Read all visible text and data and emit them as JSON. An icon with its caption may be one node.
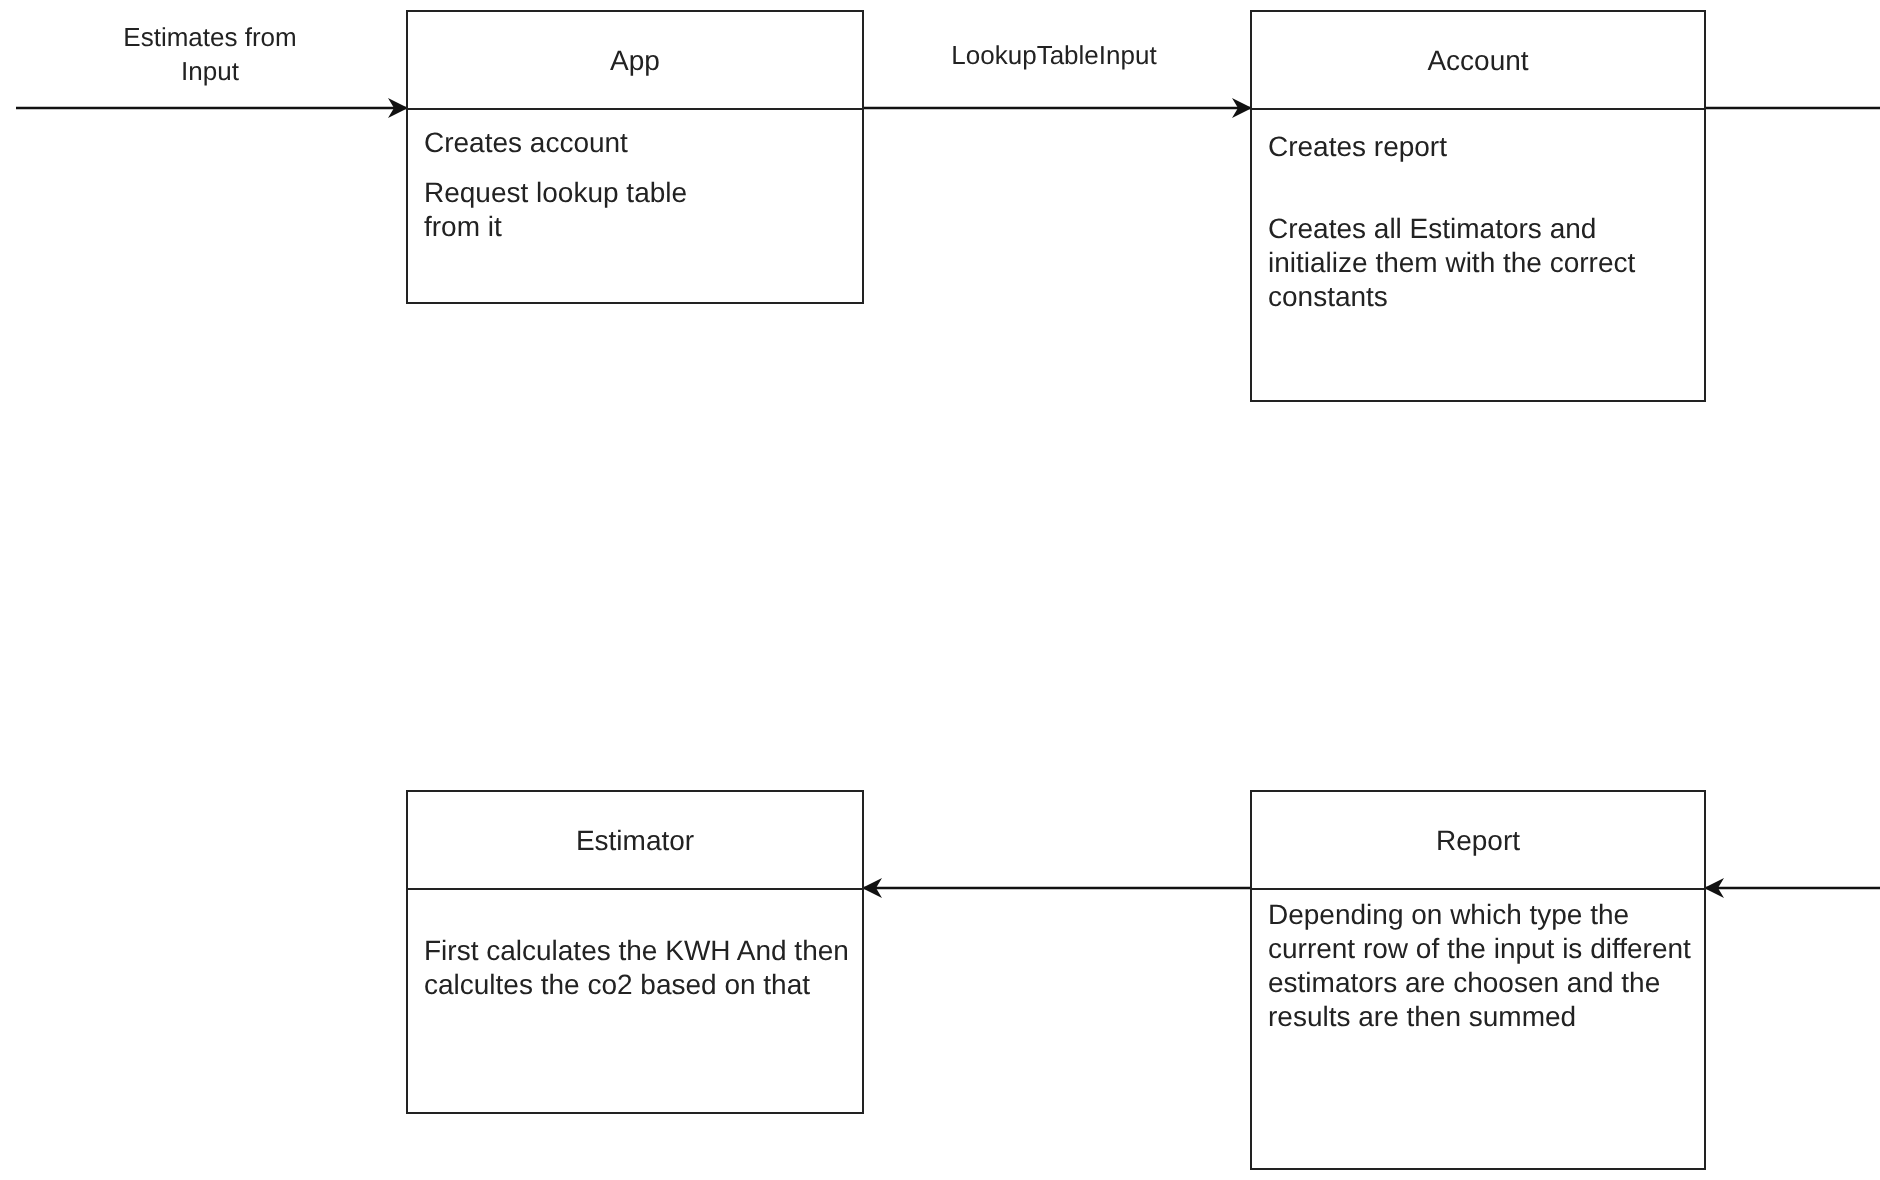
{
  "diagram": {
    "nodes": [
      {
        "text": [
          "App",
          "Creates account",
          "Request lookup table from it"
        ]
      },
      {
        "text": [
          "Account",
          "Creates report",
          "Creates all Estimators and initialize them with the correct constants"
        ]
      },
      {
        "text": [
          "Estimator",
          "First calculates the KWH And then calcultes the co2 based on that"
        ]
      },
      {
        "text": [
          "Report",
          "Depending on which type the current row of the input is different estimators are choosen and the results are then summed"
        ]
      }
    ],
    "edges": [
      {
        "from": null,
        "to": 0,
        "arrow": "to",
        "label": "Estimates from Input"
      },
      {
        "from": 0,
        "to": 1,
        "arrow": "to",
        "label": "LookupTableInput"
      },
      {
        "from": 1,
        "to": null,
        "arrow": "none"
      },
      {
        "from": null,
        "to": 3,
        "arrow": "to"
      },
      {
        "from": 3,
        "to": 2,
        "arrow": "to"
      }
    ]
  }
}
